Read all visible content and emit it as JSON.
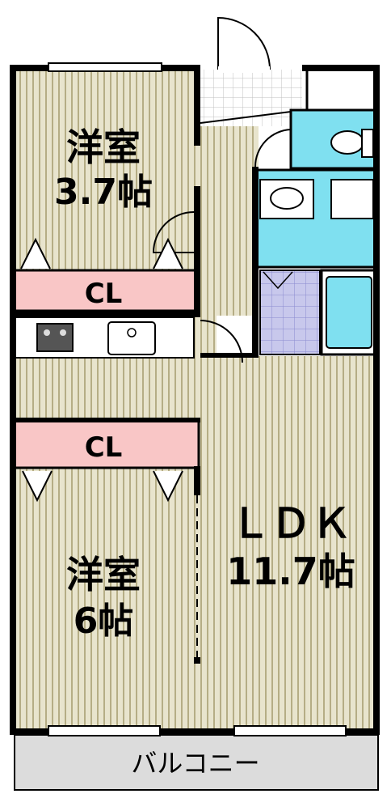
{
  "floorplan": {
    "rooms": {
      "western_room_top": {
        "name": "洋室",
        "size": "3.7帖"
      },
      "western_room_bottom": {
        "name": "洋室",
        "size": "6帖"
      },
      "ldk": {
        "name": "ＬＤＫ",
        "size": "11.7帖"
      }
    },
    "closets": {
      "closet_top": {
        "label": "CL"
      },
      "closet_bottom": {
        "label": "CL"
      }
    },
    "balcony": {
      "label": "バルコニー"
    },
    "colors": {
      "wall": "#000000",
      "floor_fill": "#e8e4cd",
      "floor_stripe": "#b5ad85",
      "closet_fill": "#f9c6c6",
      "wet_area_fill": "#7fe0f0",
      "tile_fill": "#c8c8ec",
      "balcony_fill": "#dcdcdc",
      "entrance_tile": "#ffffff"
    }
  }
}
